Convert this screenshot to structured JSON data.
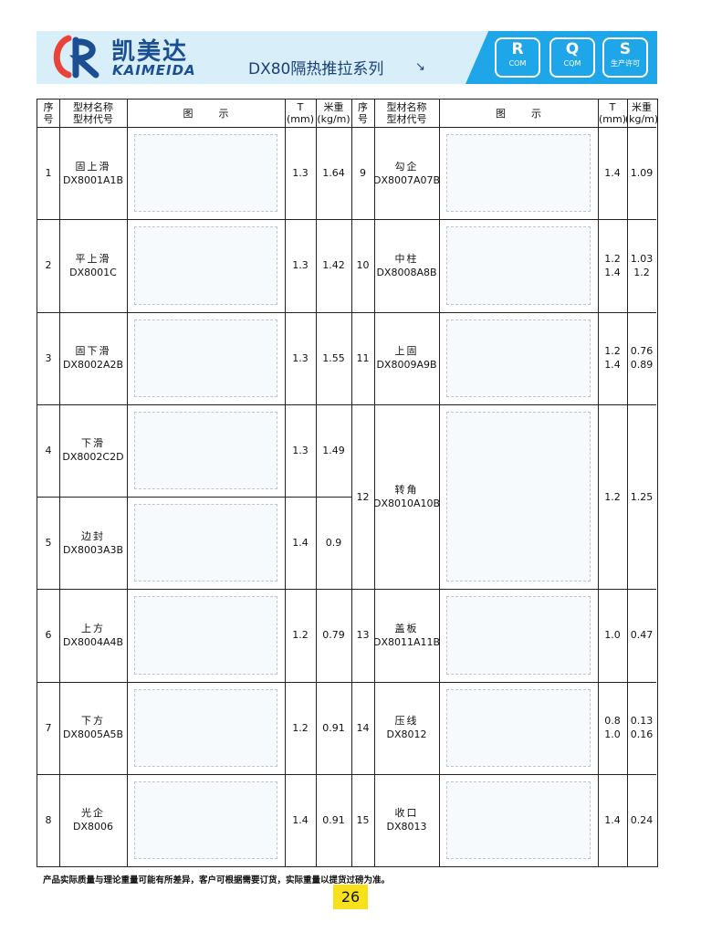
{
  "brand": {
    "name_cn": "凯美达",
    "name_en": "KAIMEIDA"
  },
  "series_title": "DX80隔热推拉系列",
  "arrow": "↘",
  "certs": [
    {
      "big": "R",
      "small": "COM"
    },
    {
      "big": "Q",
      "small": "CQM"
    },
    {
      "big": "S",
      "small": "生产许可"
    }
  ],
  "table_header": {
    "seq": "序\n号",
    "name": "型材名称\n型材代号",
    "figure": "图        示",
    "t": "T\n(mm)",
    "weight": "米重\n(kg/m)"
  },
  "rows_left": [
    {
      "seq": "1",
      "name": "固上滑",
      "code": "DX8001A1B",
      "t": "1.3",
      "w": "1.64"
    },
    {
      "seq": "2",
      "name": "平上滑",
      "code": "DX8001C",
      "t": "1.3",
      "w": "1.42"
    },
    {
      "seq": "3",
      "name": "固下滑",
      "code": "DX8002A2B",
      "t": "1.3",
      "w": "1.55"
    },
    {
      "seq": "4",
      "name": "下滑",
      "code": "DX8002C2D",
      "t": "1.3",
      "w": "1.49"
    },
    {
      "seq": "5",
      "name": "边封",
      "code": "DX8003A3B",
      "t": "1.4",
      "w": "0.9"
    },
    {
      "seq": "6",
      "name": "上方",
      "code": "DX8004A4B",
      "t": "1.2",
      "w": "0.79"
    },
    {
      "seq": "7",
      "name": "下方",
      "code": "DX8005A5B",
      "t": "1.2",
      "w": "0.91"
    },
    {
      "seq": "8",
      "name": "光企",
      "code": "DX8006",
      "t": "1.4",
      "w": "0.91"
    }
  ],
  "rows_right": [
    {
      "seq": "9",
      "name": "勾企",
      "code": "DX8007A07B",
      "t": "1.4",
      "w": "1.09"
    },
    {
      "seq": "10",
      "name": "中柱",
      "code": "DX8008A8B",
      "t": "1.2\n1.4",
      "w": "1.03\n1.2"
    },
    {
      "seq": "11",
      "name": "上固",
      "code": "DX8009A9B",
      "t": "1.2\n1.4",
      "w": "0.76\n0.89"
    },
    {
      "seq": "12",
      "name": "转角",
      "code": "DX8010A10B",
      "t": "1.2",
      "w": "1.25"
    },
    {
      "seq": "13",
      "name": "盖板",
      "code": "DX8011A11B",
      "t": "1.0",
      "w": "0.47"
    },
    {
      "seq": "14",
      "name": "压线",
      "code": "DX8012",
      "t": "0.8\n1.0",
      "w": "0.13\n0.16"
    },
    {
      "seq": "15",
      "name": "收口",
      "code": "DX8013",
      "t": "1.4",
      "w": "0.24"
    }
  ],
  "footnote": "产品实际质量与理论重量可能有所差异，客户可根据需要订货，实际重量以提货过磅为准。",
  "page_number": "26"
}
